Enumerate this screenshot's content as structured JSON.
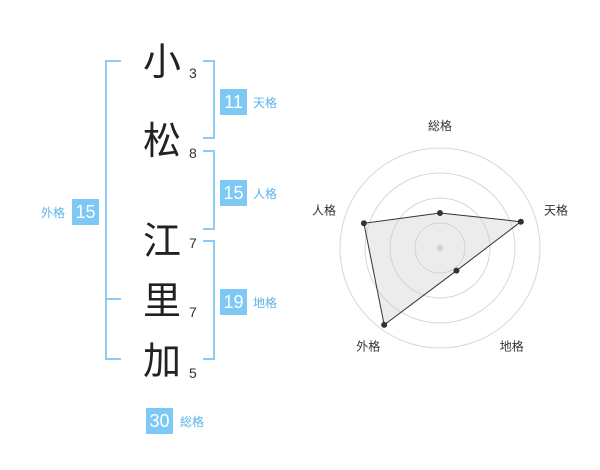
{
  "name": {
    "chars": [
      {
        "char": "小",
        "strokes": "3"
      },
      {
        "char": "松",
        "strokes": "8"
      },
      {
        "char": "江",
        "strokes": "7"
      },
      {
        "char": "里",
        "strokes": "7"
      },
      {
        "char": "加",
        "strokes": "5"
      }
    ]
  },
  "fortunes": {
    "tenkaku": {
      "value": "11",
      "label": "天格"
    },
    "jinkaku": {
      "value": "15",
      "label": "人格"
    },
    "chikaku": {
      "value": "19",
      "label": "地格"
    },
    "gaikaku": {
      "value": "15",
      "label": "外格"
    },
    "soukaku": {
      "value": "30",
      "label": "総格"
    }
  },
  "colors": {
    "accent": "#7ec8f5",
    "bracket": "#8ecbf0",
    "label": "#5ab4e8"
  },
  "chart_data": {
    "type": "radar",
    "axes": [
      "総格",
      "天格",
      "地格",
      "外格",
      "人格"
    ],
    "values": [
      0.35,
      0.85,
      0.28,
      0.95,
      0.8
    ],
    "rings": 4,
    "max": 1
  }
}
